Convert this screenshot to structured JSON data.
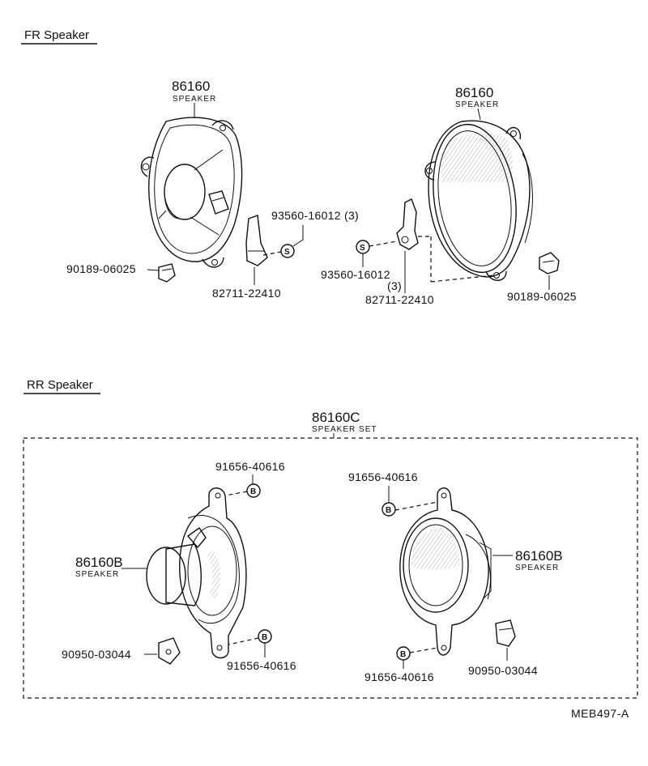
{
  "sections": {
    "fr_title": "FR Speaker",
    "rr_title": "RR Speaker"
  },
  "fr": {
    "left_speaker_no": "86160",
    "left_speaker_name": "SPEAKER",
    "right_speaker_no": "86160",
    "right_speaker_name": "SPEAKER",
    "screw_left": "93560-16012 (3)",
    "screw_right": "93560-16012",
    "screw_right_qty": "(3)",
    "clip_left": "90189-06025",
    "clip_right": "90189-06025",
    "connector_left": "82711-22410",
    "connector_right": "82711-22410",
    "badge_s": "S"
  },
  "rr": {
    "set_no": "86160C",
    "set_name": "SPEAKER SET",
    "left_speaker_no": "86160B",
    "left_speaker_name": "SPEAKER",
    "right_speaker_no": "86160B",
    "right_speaker_name": "SPEAKER",
    "bolt_left_top": "91656-40616",
    "bolt_left_bottom": "91656-40616",
    "bolt_right_top": "91656-40616",
    "bolt_right_bottom": "91656-40616",
    "nut_left": "90950-03044",
    "nut_right": "90950-03044",
    "badge_b": "B"
  },
  "diagram_code": "MEB497-A"
}
